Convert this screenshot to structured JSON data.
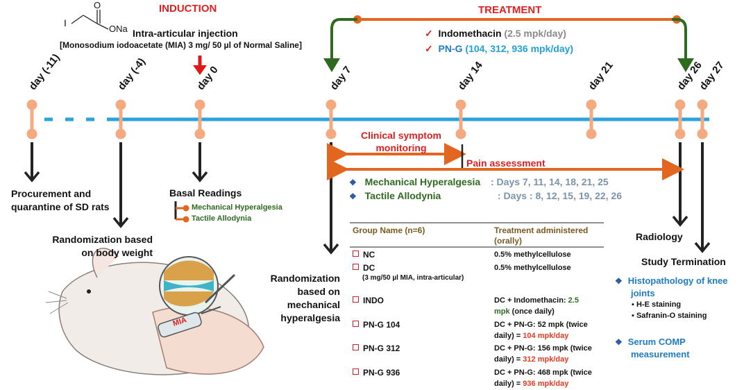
{
  "phases": {
    "induction": "INDUCTION",
    "treatment": "TREATMENT"
  },
  "chemical": {
    "iodine": "I",
    "oxygen": "O",
    "sodium_salt": "ONa"
  },
  "injection": {
    "title": "Intra-articular injection",
    "detail": "[Monosodium iodoacetate (MIA) 3 mg/ 50 µl of Normal Saline]"
  },
  "treatment_drugs": {
    "indo_name": "Indomethacin",
    "indo_dose": "(2.5 mpk/day)",
    "png_name": "PN-G",
    "png_dose": "(104, 312, 936 mpk/day)",
    "check_mark": "✓"
  },
  "days": [
    "day (-11)",
    "day (-4)",
    "day 0",
    "day 7",
    "day 14",
    "day 21",
    "day 26",
    "day 27"
  ],
  "events": {
    "procurement": [
      "Procurement and",
      "quarantine of SD rats"
    ],
    "randomization_bw": [
      "Randomization based",
      "on body weight"
    ],
    "basal_title": "Basal Readings",
    "basal_items": [
      "Mechanical Hyperalgesia",
      "Tactile Allodynia"
    ],
    "randomization_mh": [
      "Randomization",
      "based on",
      "mechanical",
      "hyperalgesia"
    ],
    "radiology": "Radiology",
    "study_termination": "Study Termination",
    "histopathology": [
      "Histopathology of knee",
      "joints"
    ],
    "stains": [
      "H-E staining",
      "Safranin-O staining"
    ],
    "serum": [
      "Serum COMP",
      "measurement"
    ]
  },
  "monitoring": {
    "clinical": [
      "Clinical symptom",
      "monitoring"
    ],
    "pain": "Pain assessment",
    "mh_label": "Mechanical Hyperalgesia",
    "mh_days": ": Days  7, 11, 14, 18, 21, 25",
    "ta_label": "Tactile Allodynia",
    "ta_days": ": Days : 8, 12, 15, 19, 22, 26"
  },
  "illustration": {
    "mia_label": "MIA"
  },
  "table": {
    "header_group": "Group Name (n=6)",
    "header_treatment": [
      "Treatment administered",
      "(orally)"
    ],
    "rows": [
      {
        "group": "NC",
        "treatment": "0.5% methylcellulose"
      },
      {
        "group": "DC",
        "note": "(3 mg/50 µl MIA, intra-articular)",
        "treatment": "0.5% methylcellulose"
      },
      {
        "group": "INDO",
        "treatment_a": "DC + Indomethacin: ",
        "treatment_b": "2.5",
        "treatment_c": "mpk",
        "treatment_d": " (once daily)"
      },
      {
        "group": "PN-G 104",
        "treatment_a": "DC + PN-G: 52 mpk (twice",
        "treatment_b": "daily) = ",
        "treatment_c": "104 mpk/day"
      },
      {
        "group": "PN-G 312",
        "treatment_a": "DC + PN-G: 156 mpk (twice",
        "treatment_b": "daily) = ",
        "treatment_c": "312 mpk/day"
      },
      {
        "group": "PN-G 936",
        "treatment_a": "DC + PN-G: 468 mpk (twice",
        "treatment_b": "daily) = ",
        "treatment_c": "936 mpk/day"
      }
    ]
  },
  "colors": {
    "timeline": "#29a3dc",
    "node": "#f4a97f",
    "treatment_bar": "#e2661f",
    "treatment_arrow": "#2e6b1e",
    "heading_red": "#e02020"
  }
}
